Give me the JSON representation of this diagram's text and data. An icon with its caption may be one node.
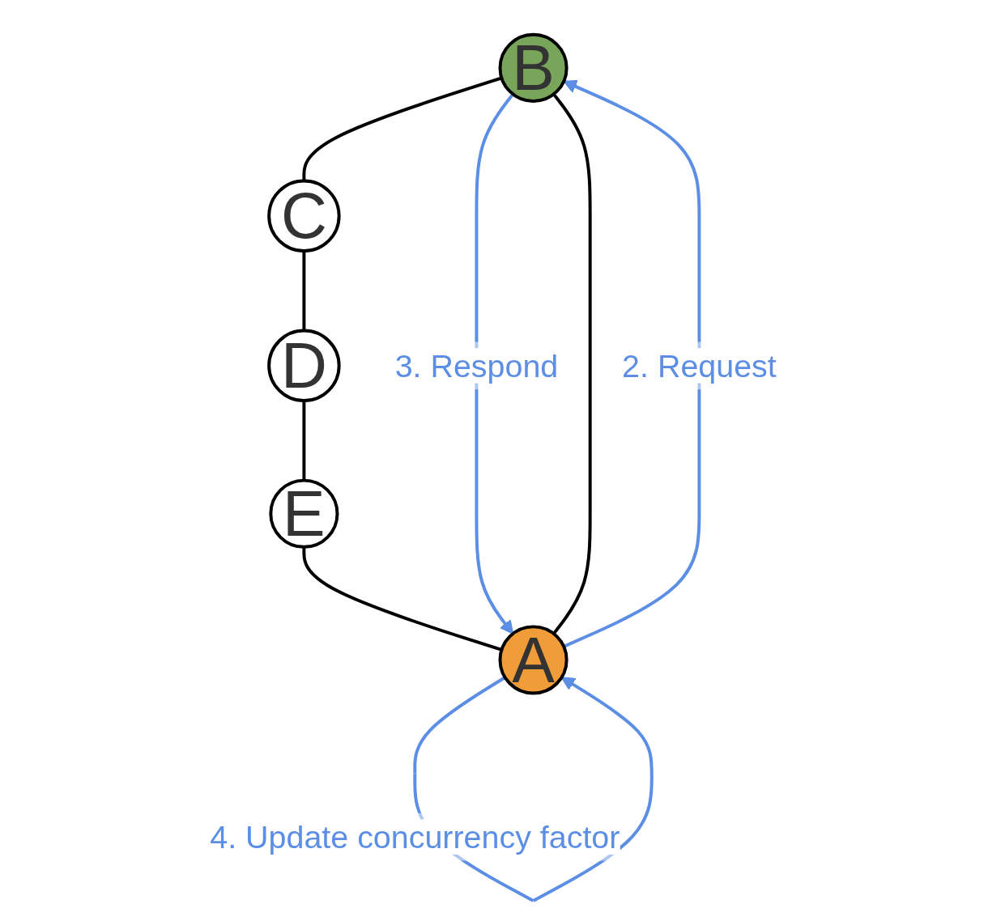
{
  "diagram": {
    "nodes": [
      {
        "text": [
          "B"
        ]
      },
      {
        "text": [
          "A"
        ]
      },
      {
        "text": [
          "C"
        ]
      },
      {
        "text": [
          "D"
        ]
      },
      {
        "text": [
          "E"
        ]
      }
    ],
    "edges": [
      {
        "from": 1,
        "to": 0,
        "arrow": "none"
      },
      {
        "from": 0,
        "to": 2,
        "arrow": "none"
      },
      {
        "from": 2,
        "to": 3,
        "arrow": "none"
      },
      {
        "from": 3,
        "to": 4,
        "arrow": "none"
      },
      {
        "from": 4,
        "to": 1,
        "arrow": "none"
      },
      {
        "from": 1,
        "to": 0,
        "arrow": "to",
        "label": "2. Request",
        "color": "#5b8ee4"
      },
      {
        "from": 0,
        "to": 1,
        "arrow": "to",
        "label": "3. Respond",
        "color": "#5b8ee4"
      },
      {
        "from": 1,
        "to": 1,
        "arrow": "to",
        "label": "4. Update concurrency factor",
        "color": "#5b8ee4"
      }
    ]
  }
}
